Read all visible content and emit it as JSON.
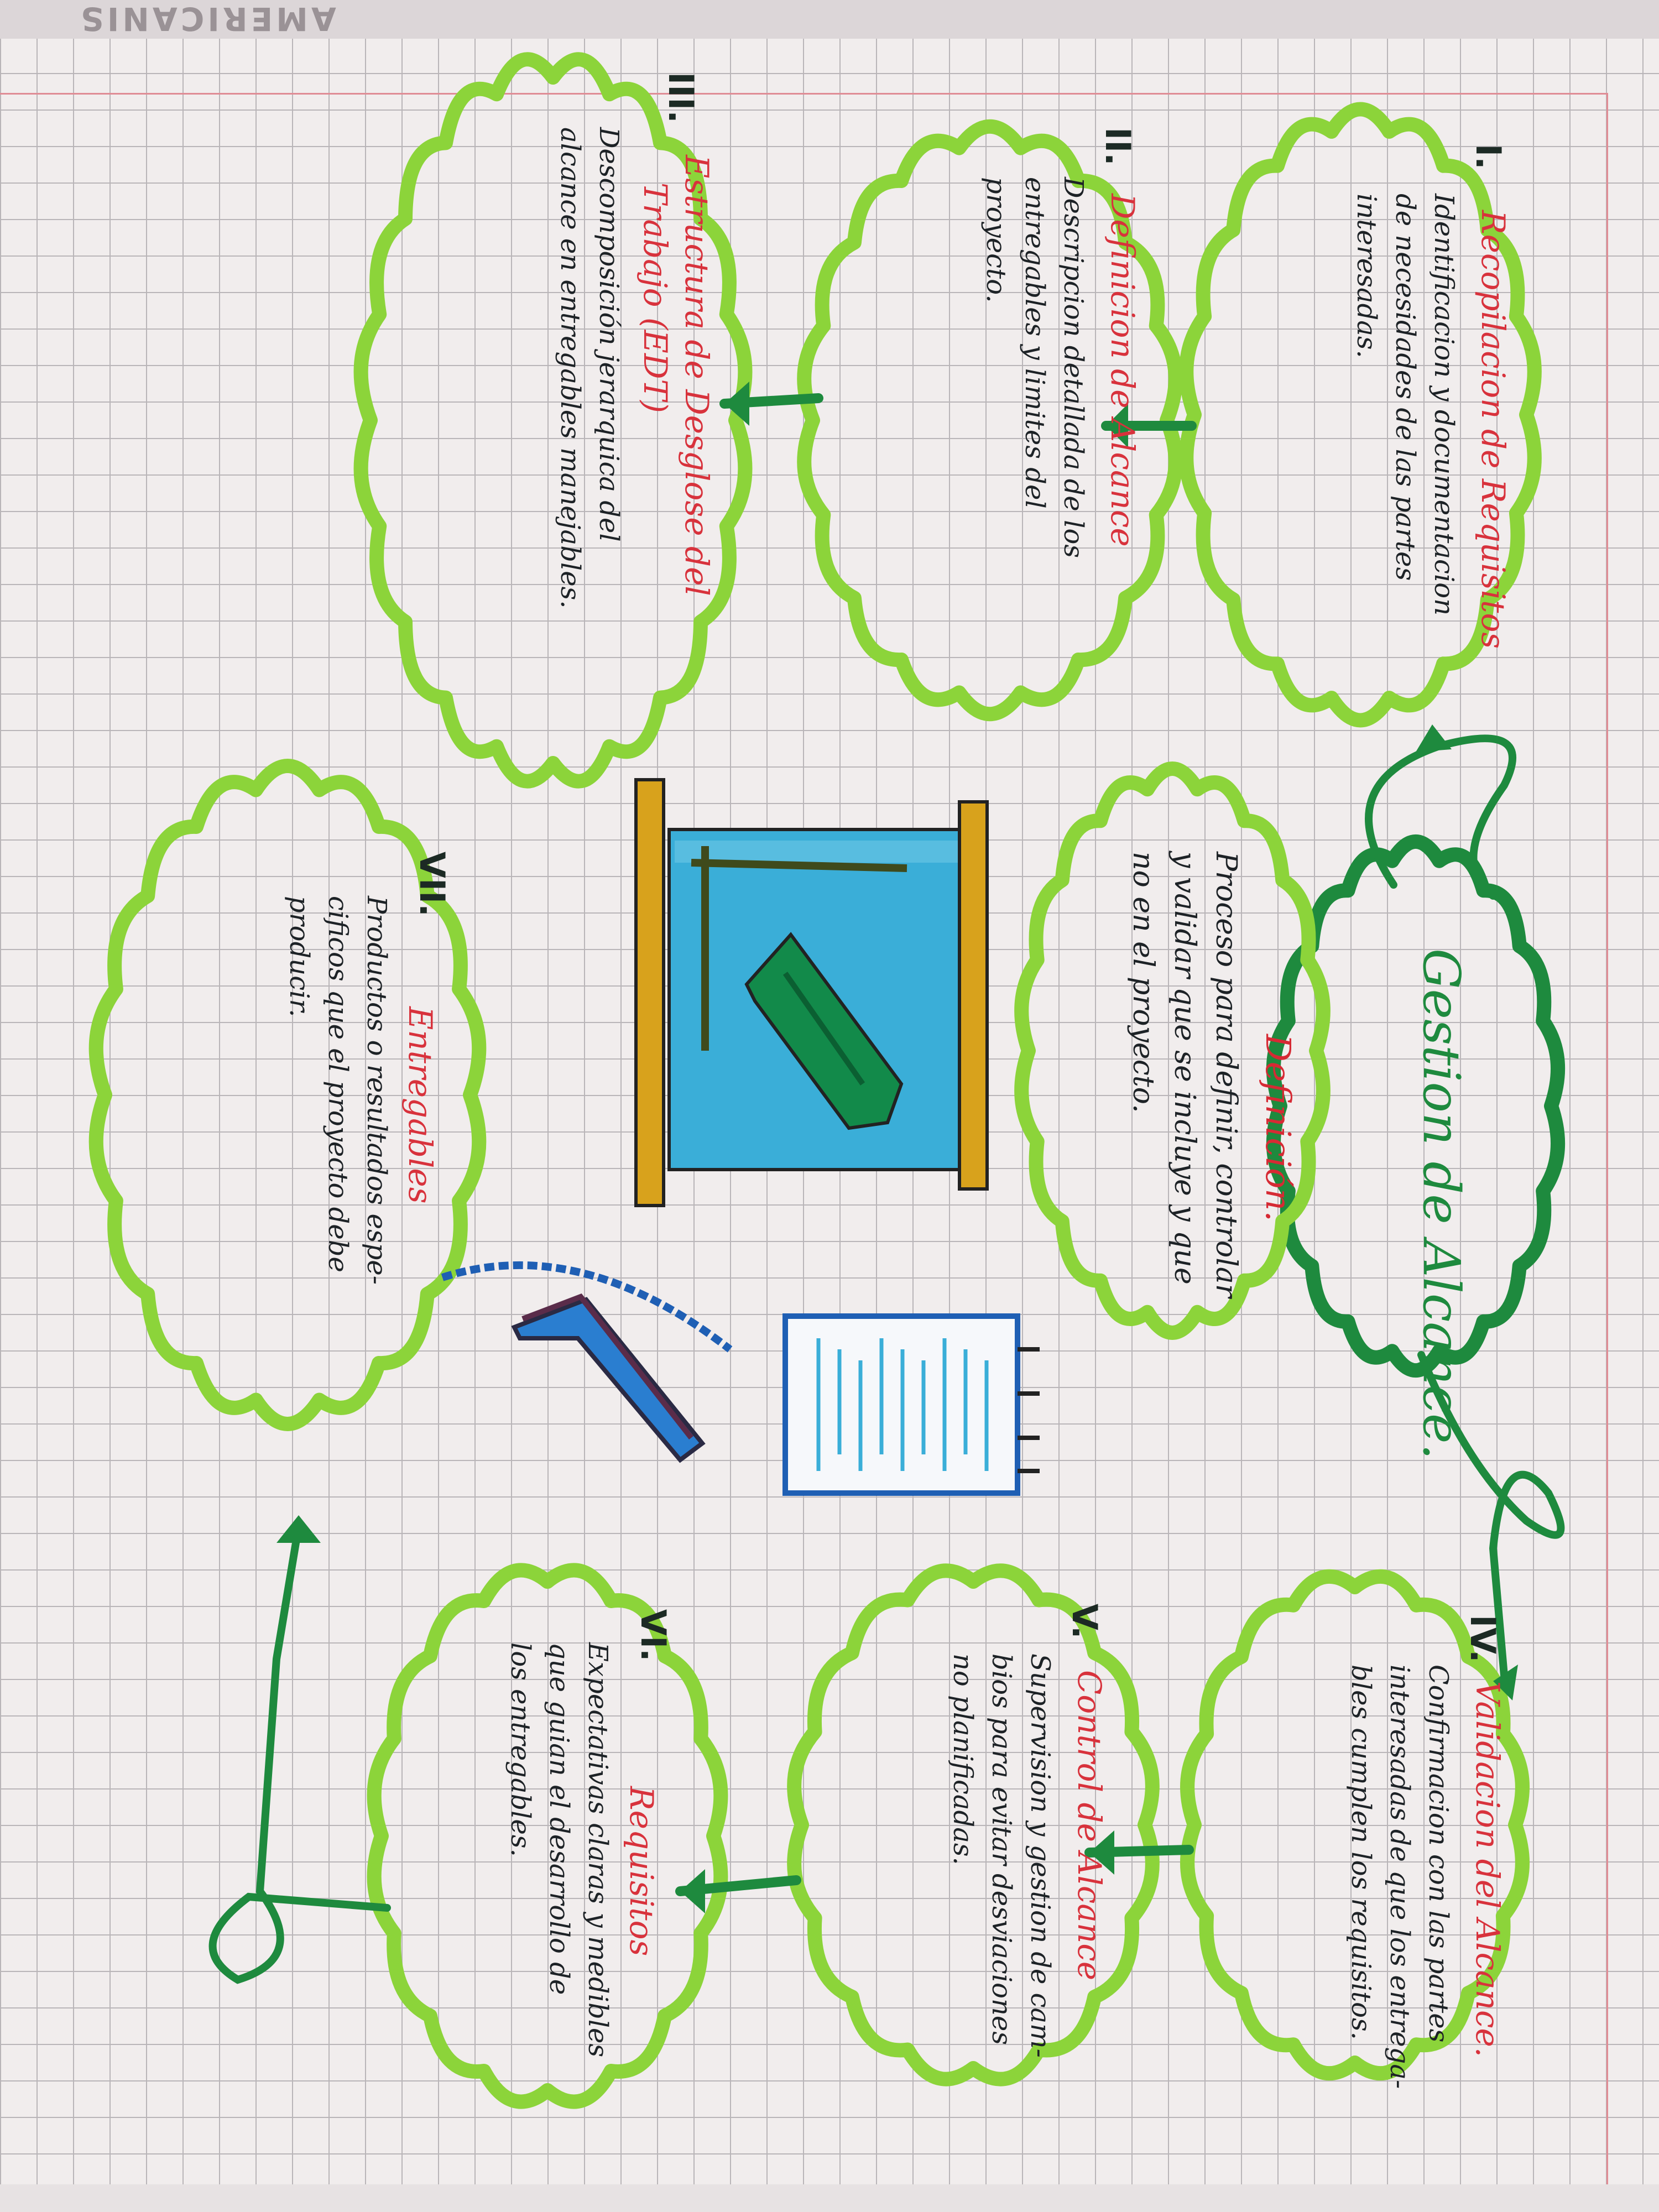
{
  "header": {
    "brand": "AMERICANIS"
  },
  "central": {
    "title": "Gestion de Alcance."
  },
  "definition": {
    "title": "Definición.",
    "lines": [
      "Proceso para definir, controlar",
      "y validar que se incluye y que",
      "no en el proyecto."
    ]
  },
  "steps": [
    {
      "num": "I.",
      "title": "Recopilacion de Requisitos",
      "lines": [
        "Identificacion y documentacion",
        "de necesidades de las partes",
        "interesadas."
      ]
    },
    {
      "num": "II.",
      "title": "Definicion de Alcance",
      "lines": [
        "Descripcion detallada de los",
        "entregables y limites del",
        "proyecto."
      ]
    },
    {
      "num": "III.",
      "title": "Estructura de Desglose del",
      "title2": "Trabajo (EDT)",
      "lines": [
        "Descomposición jerarquica del",
        "alcance en entregables manejables."
      ]
    },
    {
      "num": "IV.",
      "title": "Validacion del Alcance.",
      "lines": [
        "Confirmacion con las partes",
        "interesadas de que los entrega-",
        "bles cumplen los requisitos."
      ]
    },
    {
      "num": "V.",
      "title": "Control de Alcance",
      "lines": [
        "Supervision y gestion de cam-",
        "bios para evitar desviaciones",
        "no planificadas."
      ]
    },
    {
      "num": "VI.",
      "title": "Requisitos",
      "lines": [
        "Expectativas claras y medibles",
        "que guian el desarrollo de",
        "los entregables."
      ]
    },
    {
      "num": "VII.",
      "title": "Entregables",
      "lines": [
        "Productos o resultados espe-",
        "cificos que el proyecto debe",
        "producir."
      ]
    }
  ],
  "colors": {
    "cloud_light": "#8cd43a",
    "cloud_dark": "#1e8a3e",
    "title_red": "#d8323c",
    "ink": "#1d2226",
    "grid": "#b9b5b8",
    "paper": "#f1eded",
    "margin_red": "#e08c95",
    "scroll_blue": "#3aaed8",
    "scroll_rod": "#d8a21c",
    "pen_green": "#128a4a",
    "doc_blue": "#1f5fb4"
  }
}
